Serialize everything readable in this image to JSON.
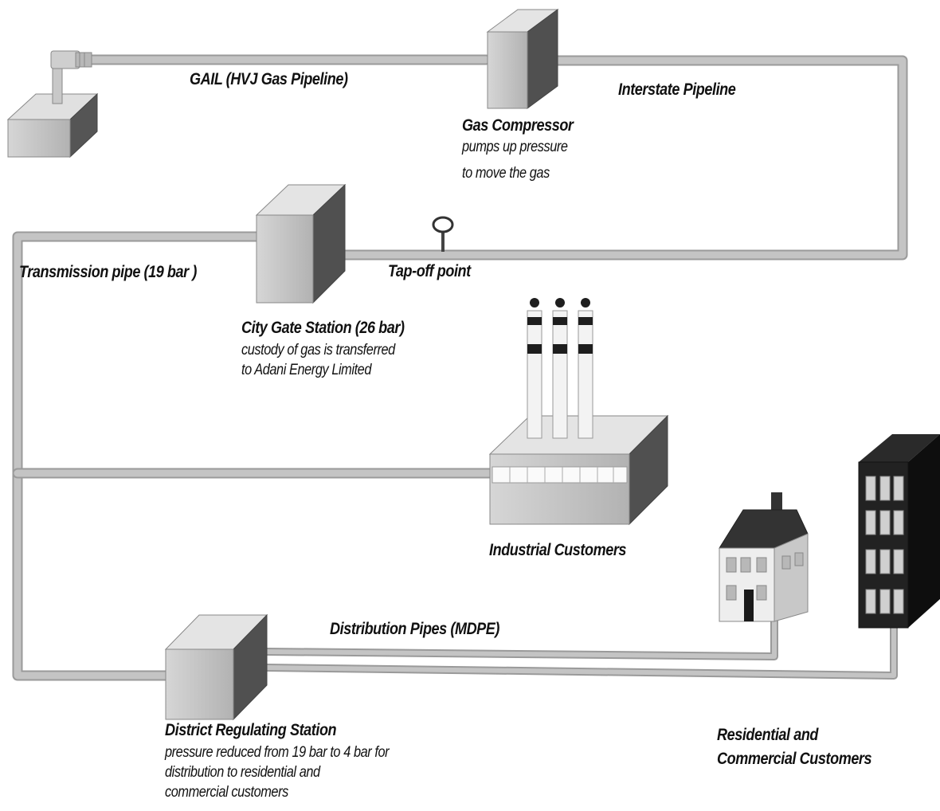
{
  "labels": {
    "gail": "GAIL (HVJ Gas Pipeline)",
    "interstate": "Interstate Pipeline",
    "compressor_title": "Gas Compressor",
    "compressor_line1": "pumps up pressure",
    "compressor_line2": "to move the gas",
    "transmission": "Transmission pipe (19 bar )",
    "tapoff": "Tap-off point",
    "citygate_title": "City Gate Station (26 bar)",
    "citygate_line1": "custody of gas is transferred",
    "citygate_line2": "to Adani Energy Limited",
    "industrial": "Industrial Customers",
    "distribution": "Distribution Pipes (MDPE)",
    "drs_title": "District Regulating Station",
    "drs_line1": "pressure reduced from 19 bar to 4 bar for",
    "drs_line2": "distribution to residential and",
    "drs_line3": "commercial customers",
    "residential_line1": "Residential and",
    "residential_line2": "Commercial Customers"
  },
  "colors": {
    "pipe": "#c4c4c4",
    "pipe_edge": "#9a9a9a",
    "box_front": "#c7c7c7",
    "box_top": "#e3e3e3",
    "box_side": "#555555",
    "tower": "#1a1a1a",
    "window": "#d0d0d0"
  }
}
